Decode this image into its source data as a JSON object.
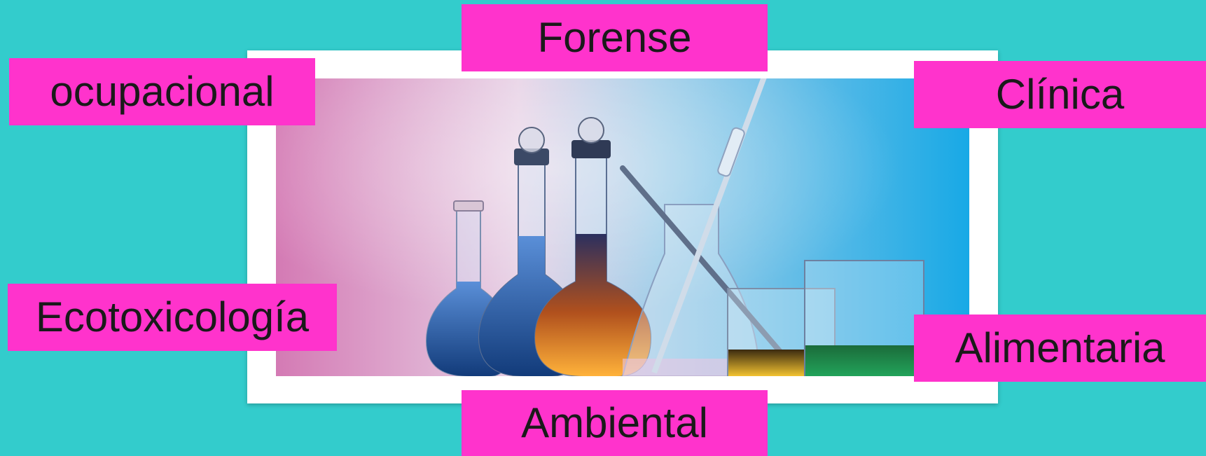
{
  "labels": {
    "top": "Forense",
    "upper_left": "ocupacional",
    "upper_right": "Clínica",
    "lower_left": "Ecotoxicología",
    "lower_right": "Alimentaria",
    "bottom": "Ambiental"
  },
  "colors": {
    "background": "#33CCCC",
    "label_fill": "#FF33CC",
    "label_text": "#1a1a1a",
    "frame": "#ffffff"
  }
}
